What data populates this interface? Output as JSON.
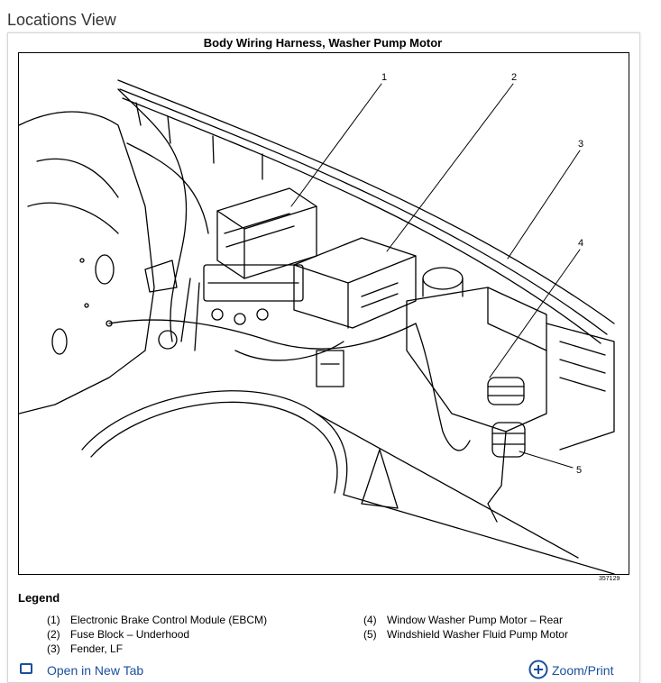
{
  "page": {
    "title": "Locations View"
  },
  "figure": {
    "title": "Body Wiring Harness, Washer Pump Motor",
    "figure_id": "357129",
    "callouts": [
      "1",
      "2",
      "3",
      "4",
      "5"
    ]
  },
  "legend": {
    "title": "Legend",
    "items": [
      {
        "num": "(1)",
        "label": "Electronic Brake Control Module (EBCM)"
      },
      {
        "num": "(2)",
        "label": "Fuse Block – Underhood"
      },
      {
        "num": "(3)",
        "label": "Fender, LF"
      },
      {
        "num": "(4)",
        "label": "Window Washer Pump Motor – Rear"
      },
      {
        "num": "(5)",
        "label": "Windshield Washer Fluid Pump Motor"
      }
    ]
  },
  "footer": {
    "left_link": "Open in New Tab",
    "right_link": "Zoom/Print"
  },
  "colors": {
    "link": "#1a4f9c",
    "border": "#d6d6d6"
  }
}
